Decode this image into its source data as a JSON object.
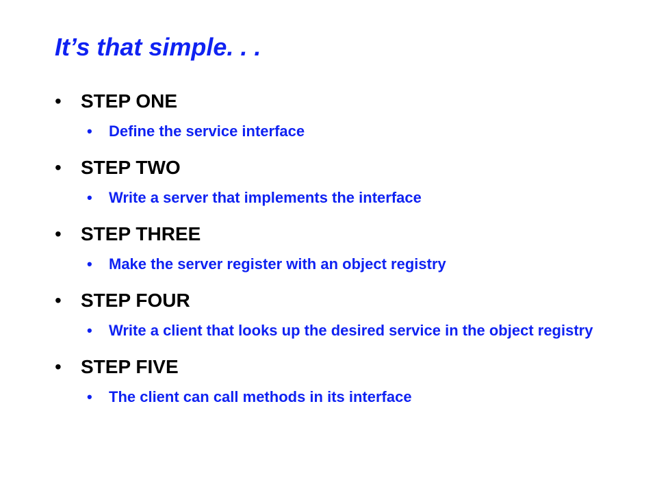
{
  "slide": {
    "title": "It’s that simple. . .",
    "bullet_char": "•",
    "steps": [
      {
        "label": "STEP ONE",
        "detail": "Define the service interface"
      },
      {
        "label": "STEP TWO",
        "detail": "Write a server that implements the interface"
      },
      {
        "label": "STEP THREE",
        "detail": "Make the server register with an object registry"
      },
      {
        "label": "STEP FOUR",
        "detail": "Write a client that looks up the desired service in the object registry"
      },
      {
        "label": "STEP FIVE",
        "detail": "The client can call methods in its interface"
      }
    ],
    "colors": {
      "title": "#0f22f2",
      "step_label": "#000000",
      "detail": "#0f22f2",
      "background": "#ffffff"
    }
  }
}
